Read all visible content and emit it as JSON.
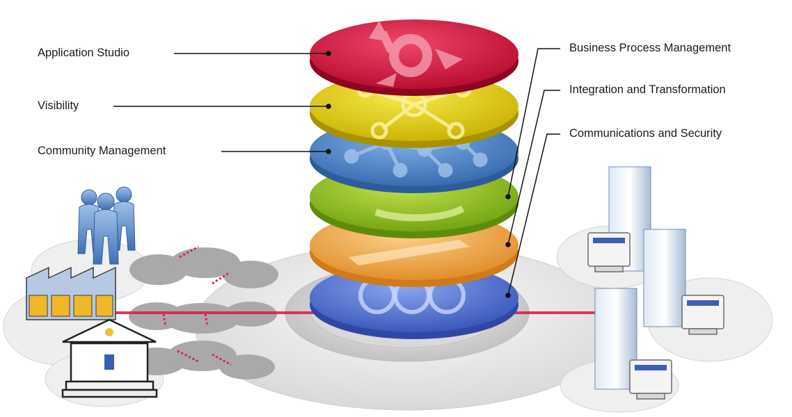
{
  "labels": {
    "left": {
      "application_studio": "Application Studio",
      "visibility": "Visibility",
      "community_management": "Community Management"
    },
    "right": {
      "business_process_management": "Business Process Management",
      "integration_and_transformation": "Integration and Transformation",
      "communications_and_security": "Communications and Security"
    }
  },
  "colors": {
    "layer_application_studio": "#d8153a",
    "layer_visibility": "#e2cf10",
    "layer_community_management": "#4f86c9",
    "layer_business_process": "#8fc320",
    "layer_integration": "#f2a94a",
    "layer_communications": "#4f6fd0",
    "connector": "#e0204d",
    "platform": "#e6e6e6"
  }
}
